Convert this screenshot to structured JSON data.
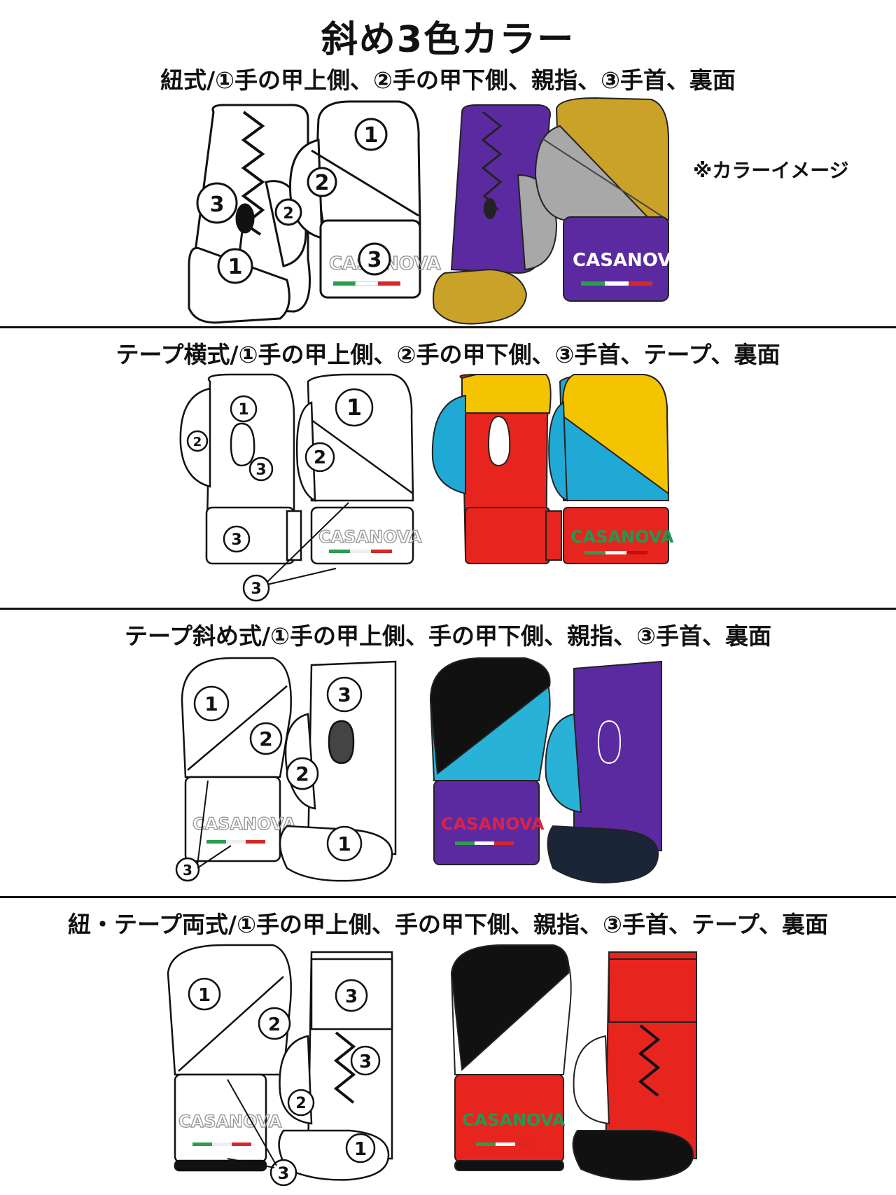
{
  "page_title": "斜め3色カラー",
  "sections": [
    {
      "title": "紐式/①手の甲上側、②手の甲下側、親指、③手首、裏面",
      "note": "※カラーイメージ"
    },
    {
      "title": "テープ横式/①手の甲上側、②手の甲下側、③手首、テープ、裏面"
    },
    {
      "title": "テープ斜め式/①手の甲上側、手の甲下側、親指、③手首、裏面"
    },
    {
      "title": "紐・テープ両式/①手の甲上側、手の甲下側、親指、③手首、テープ、裏面"
    }
  ],
  "labels": {
    "n1": "1",
    "n2": "2",
    "n3": "3",
    "brand": "CASANOVA"
  },
  "colors": {
    "s1": {
      "top": "#c9a227",
      "mid": "#a8a8a8",
      "cuff": "#5b2aa0"
    },
    "s2": {
      "top": "#f5c400",
      "mid": "#21a9d6",
      "cuff": "#e8241f",
      "logo": "#1f9a52"
    },
    "s3": {
      "top": "#111111",
      "mid": "#28b2d8",
      "cuff": "#5b2aa0",
      "logo": "#d8234a"
    },
    "s4": {
      "top": "#111111",
      "mid": "#ffffff",
      "cuff": "#e8241f",
      "logo": "#1f9a52"
    }
  },
  "icons": [
    "numbered-circle-icon",
    "lace-icon",
    "italian-flag-stripe-icon"
  ]
}
